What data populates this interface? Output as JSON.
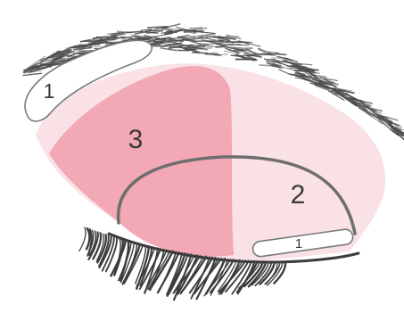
{
  "colors": {
    "background": "#ffffff",
    "lid_light": "#f9e1e5",
    "lid_crease": "#f2a8b5",
    "outline": "#6e6e6e",
    "brow": "#4d4d4d",
    "lash": "#3c3c3c",
    "highlight_fill": "#ffffff",
    "label_text": "#3a3a3a"
  },
  "labels": {
    "brow_highlight": "1",
    "crease": "3",
    "outer_lid": "2",
    "inner_highlight": "1"
  }
}
